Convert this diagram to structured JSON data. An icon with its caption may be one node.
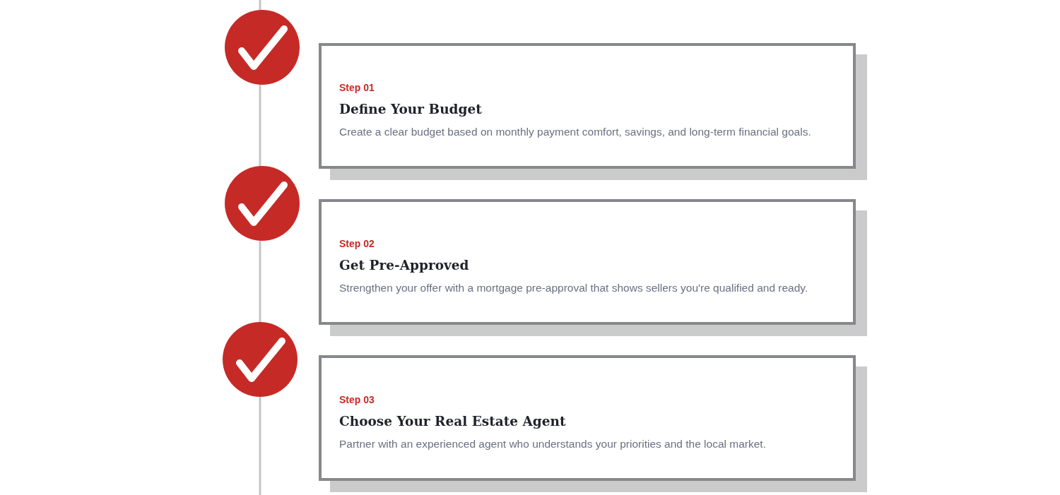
{
  "diagram": {
    "nodes": [
      {
        "text": [],
        "shape": "circle"
      },
      {
        "text": [
          "Step 01",
          "Define Your Budget",
          "Create a clear budget based on monthly payment comfort, savings, and long-term financial goals."
        ]
      },
      {
        "text": [],
        "shape": "circle"
      },
      {
        "text": [
          "Step 02",
          "Get Pre-Approved",
          "Strengthen your offer with a mortgage pre-approval that shows sellers you're qualified and ready."
        ]
      },
      {
        "text": [],
        "shape": "circle"
      },
      {
        "text": [
          "Step 03",
          "Choose Your Real Estate Agent",
          "Partner with an experienced agent who understands your priorities and the local market."
        ]
      }
    ],
    "edges": [
      {
        "from": null,
        "to": 0,
        "arrow": "none"
      },
      {
        "from": 0,
        "to": 2,
        "arrow": "none"
      },
      {
        "from": 2,
        "to": 4,
        "arrow": "none"
      },
      {
        "from": 4,
        "to": null,
        "arrow": "none"
      }
    ]
  }
}
